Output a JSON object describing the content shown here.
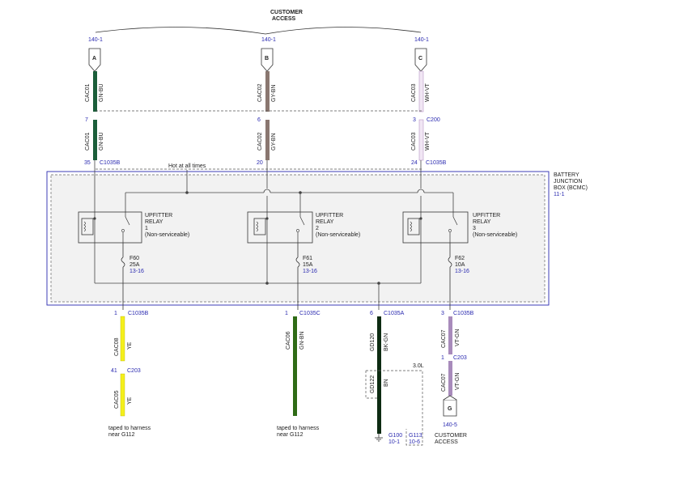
{
  "header": {
    "line1": "CUSTOMER",
    "line2": "ACCESS"
  },
  "connectors_top": [
    {
      "ref": "140-1",
      "letter": "A"
    },
    {
      "ref": "140-1",
      "letter": "B"
    },
    {
      "ref": "140-1",
      "letter": "C"
    }
  ],
  "wires_top": [
    {
      "circuit": "CAC01",
      "color_code": "GN-BU",
      "pin": "7",
      "circuit2": "CAC01",
      "color_code2": "GN-BU",
      "pin2": "35",
      "conn2": "C1035B",
      "color": "#1b5e3a"
    },
    {
      "circuit": "CAC02",
      "color_code": "GY-BN",
      "pin": "6",
      "circuit2": "CAC02",
      "color_code2": "GY-BN",
      "pin2": "20",
      "conn2": "",
      "color": "#8a7770"
    },
    {
      "circuit": "CAC03",
      "color_code": "WH-VT",
      "pin": "3",
      "conn": "C200",
      "circuit2": "CAC03",
      "color_code2": "WH-VT",
      "pin2": "24",
      "conn2": "C1035B",
      "color": "#f1e6f4"
    }
  ],
  "junction_box": {
    "label_line1": "BATTERY",
    "label_line2": "JUNCTION",
    "label_line3": "BOX (BCMC)",
    "ref": "11-1",
    "hot_label": "Hot at all times"
  },
  "relays": [
    {
      "l1": "UPFITTER",
      "l2": "RELAY",
      "l3": "1",
      "l4": "(Non-serviceable)"
    },
    {
      "l1": "UPFITTER",
      "l2": "RELAY",
      "l3": "2",
      "l4": "(Non-serviceable)"
    },
    {
      "l1": "UPFITTER",
      "l2": "RELAY",
      "l3": "3",
      "l4": "(Non-serviceable)"
    }
  ],
  "fuses": [
    {
      "name": "F60",
      "rating": "25A",
      "ref": "13-16"
    },
    {
      "name": "F61",
      "rating": "15A",
      "ref": "13-16"
    },
    {
      "name": "F62",
      "rating": "10A",
      "ref": "13-16"
    }
  ],
  "bottom_pins": [
    {
      "pin": "1",
      "conn": "C1035B"
    },
    {
      "pin": "1",
      "conn": "C1035C"
    },
    {
      "pin": "6",
      "conn": "C1035A"
    },
    {
      "pin": "3",
      "conn": "C1035B"
    }
  ],
  "bottom_wires": {
    "w1": {
      "circuit": "CAC08",
      "color_code": "YE",
      "pin": "41",
      "conn": "C203",
      "circuit2": "CAC05",
      "color_code2": "YE",
      "note1": "taped to harness",
      "note2": "near G112",
      "color": "#f4ef1c"
    },
    "w2": {
      "circuit": "CAC06",
      "color_code": "GN-BN",
      "note1": "taped to harness",
      "note2": "near G112",
      "color": "#2f6b16"
    },
    "w3": {
      "circuit": "GD120",
      "color_code": "BK-GN",
      "circuit2": "GD122",
      "color_code2": "BN",
      "option": "3.0L",
      "ground1": "G100",
      "ground1_ref": "10-1",
      "ground2": "G113",
      "ground2_ref": "10-6",
      "color": "#0d2b12"
    },
    "w4": {
      "circuit": "CAC07",
      "color_code": "VT-GN",
      "pin": "1",
      "conn": "C203",
      "circuit2": "CAC07",
      "color_code2": "VT-GN",
      "connector_letter": "G",
      "ref": "140-5",
      "label1": "CUSTOMER",
      "label2": "ACCESS",
      "color": "#a88bbb"
    }
  }
}
